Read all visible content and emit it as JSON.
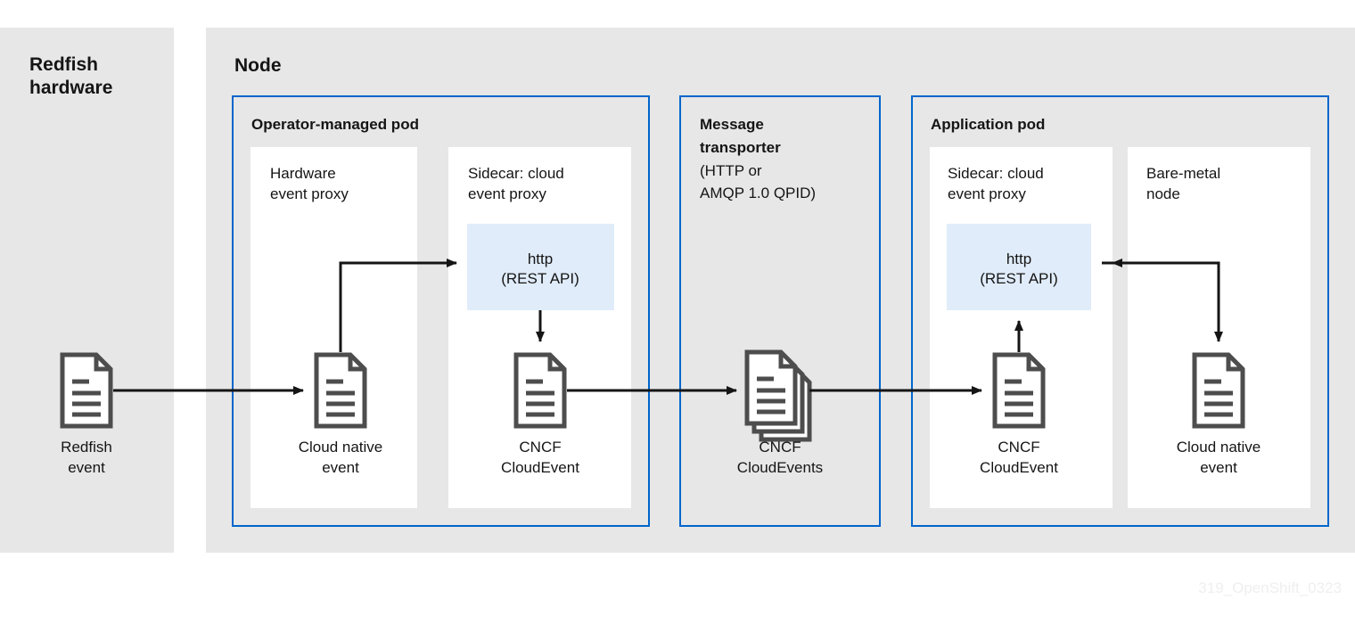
{
  "diagram": {
    "title_left": "Redfish\nhardware",
    "left_panel": {
      "name": "Redfish hardware",
      "line1": "Redfish",
      "line2": "hardware",
      "bg": "#e7e7e7",
      "item": {
        "icon": "document-icon",
        "label_line1": "Redfish",
        "label_line2": "event"
      }
    },
    "node_panel": {
      "name": "Node",
      "title": "Node",
      "bg": "#e7e7e7",
      "pod_border_color": "#0066cc",
      "pods": [
        {
          "id": "operator-managed-pod",
          "title": "Operator-managed pod",
          "subtitle": "",
          "boxes": [
            {
              "id": "hardware-event-proxy",
              "label_line1": "Hardware",
              "label_line2": "event proxy",
              "icon": "document-icon",
              "icon_label_line1": "Cloud native",
              "icon_label_line2": "event",
              "http_box": null
            },
            {
              "id": "sidecar-cloud-event-proxy-operator",
              "label_line1": "Sidecar: cloud",
              "label_line2": "event proxy",
              "icon": "document-icon",
              "icon_label_line1": "CNCF",
              "icon_label_line2": "CloudEvent",
              "http_box": {
                "line1": "http",
                "line2": "(REST API)",
                "bg": "#e0ecf9"
              }
            }
          ]
        },
        {
          "id": "message-transporter",
          "title_line1": "Message",
          "title_line2": "transporter",
          "subtitle_line1": "(HTTP or",
          "subtitle_line2": "AMQP 1.0 QPID)",
          "icon": "document-stack-icon",
          "icon_label_line1": "CNCF",
          "icon_label_line2": "CloudEvents"
        },
        {
          "id": "application-pod",
          "title": "Application pod",
          "boxes": [
            {
              "id": "sidecar-cloud-event-proxy-app",
              "label_line1": "Sidecar: cloud",
              "label_line2": "event proxy",
              "icon": "document-icon",
              "icon_label_line1": "CNCF",
              "icon_label_line2": "CloudEvent",
              "http_box": {
                "line1": "http",
                "line2": "(REST API)",
                "bg": "#e0ecf9"
              }
            },
            {
              "id": "bare-metal-node",
              "label_line1": "Bare-metal",
              "label_line2": "node",
              "icon": "document-icon",
              "icon_label_line1": "Cloud native",
              "icon_label_line2": "event",
              "http_box": null
            }
          ]
        }
      ]
    },
    "watermark": "319_OpenShift_0323",
    "colors": {
      "panel_bg": "#e7e7e7",
      "pod_border": "#0066cc",
      "inner_box_bg": "#ffffff",
      "http_bg": "#e0ecf9",
      "icon_stroke": "#4d4d4d",
      "arrow": "#151515",
      "text": "#151515",
      "watermark": "#efefef"
    }
  }
}
